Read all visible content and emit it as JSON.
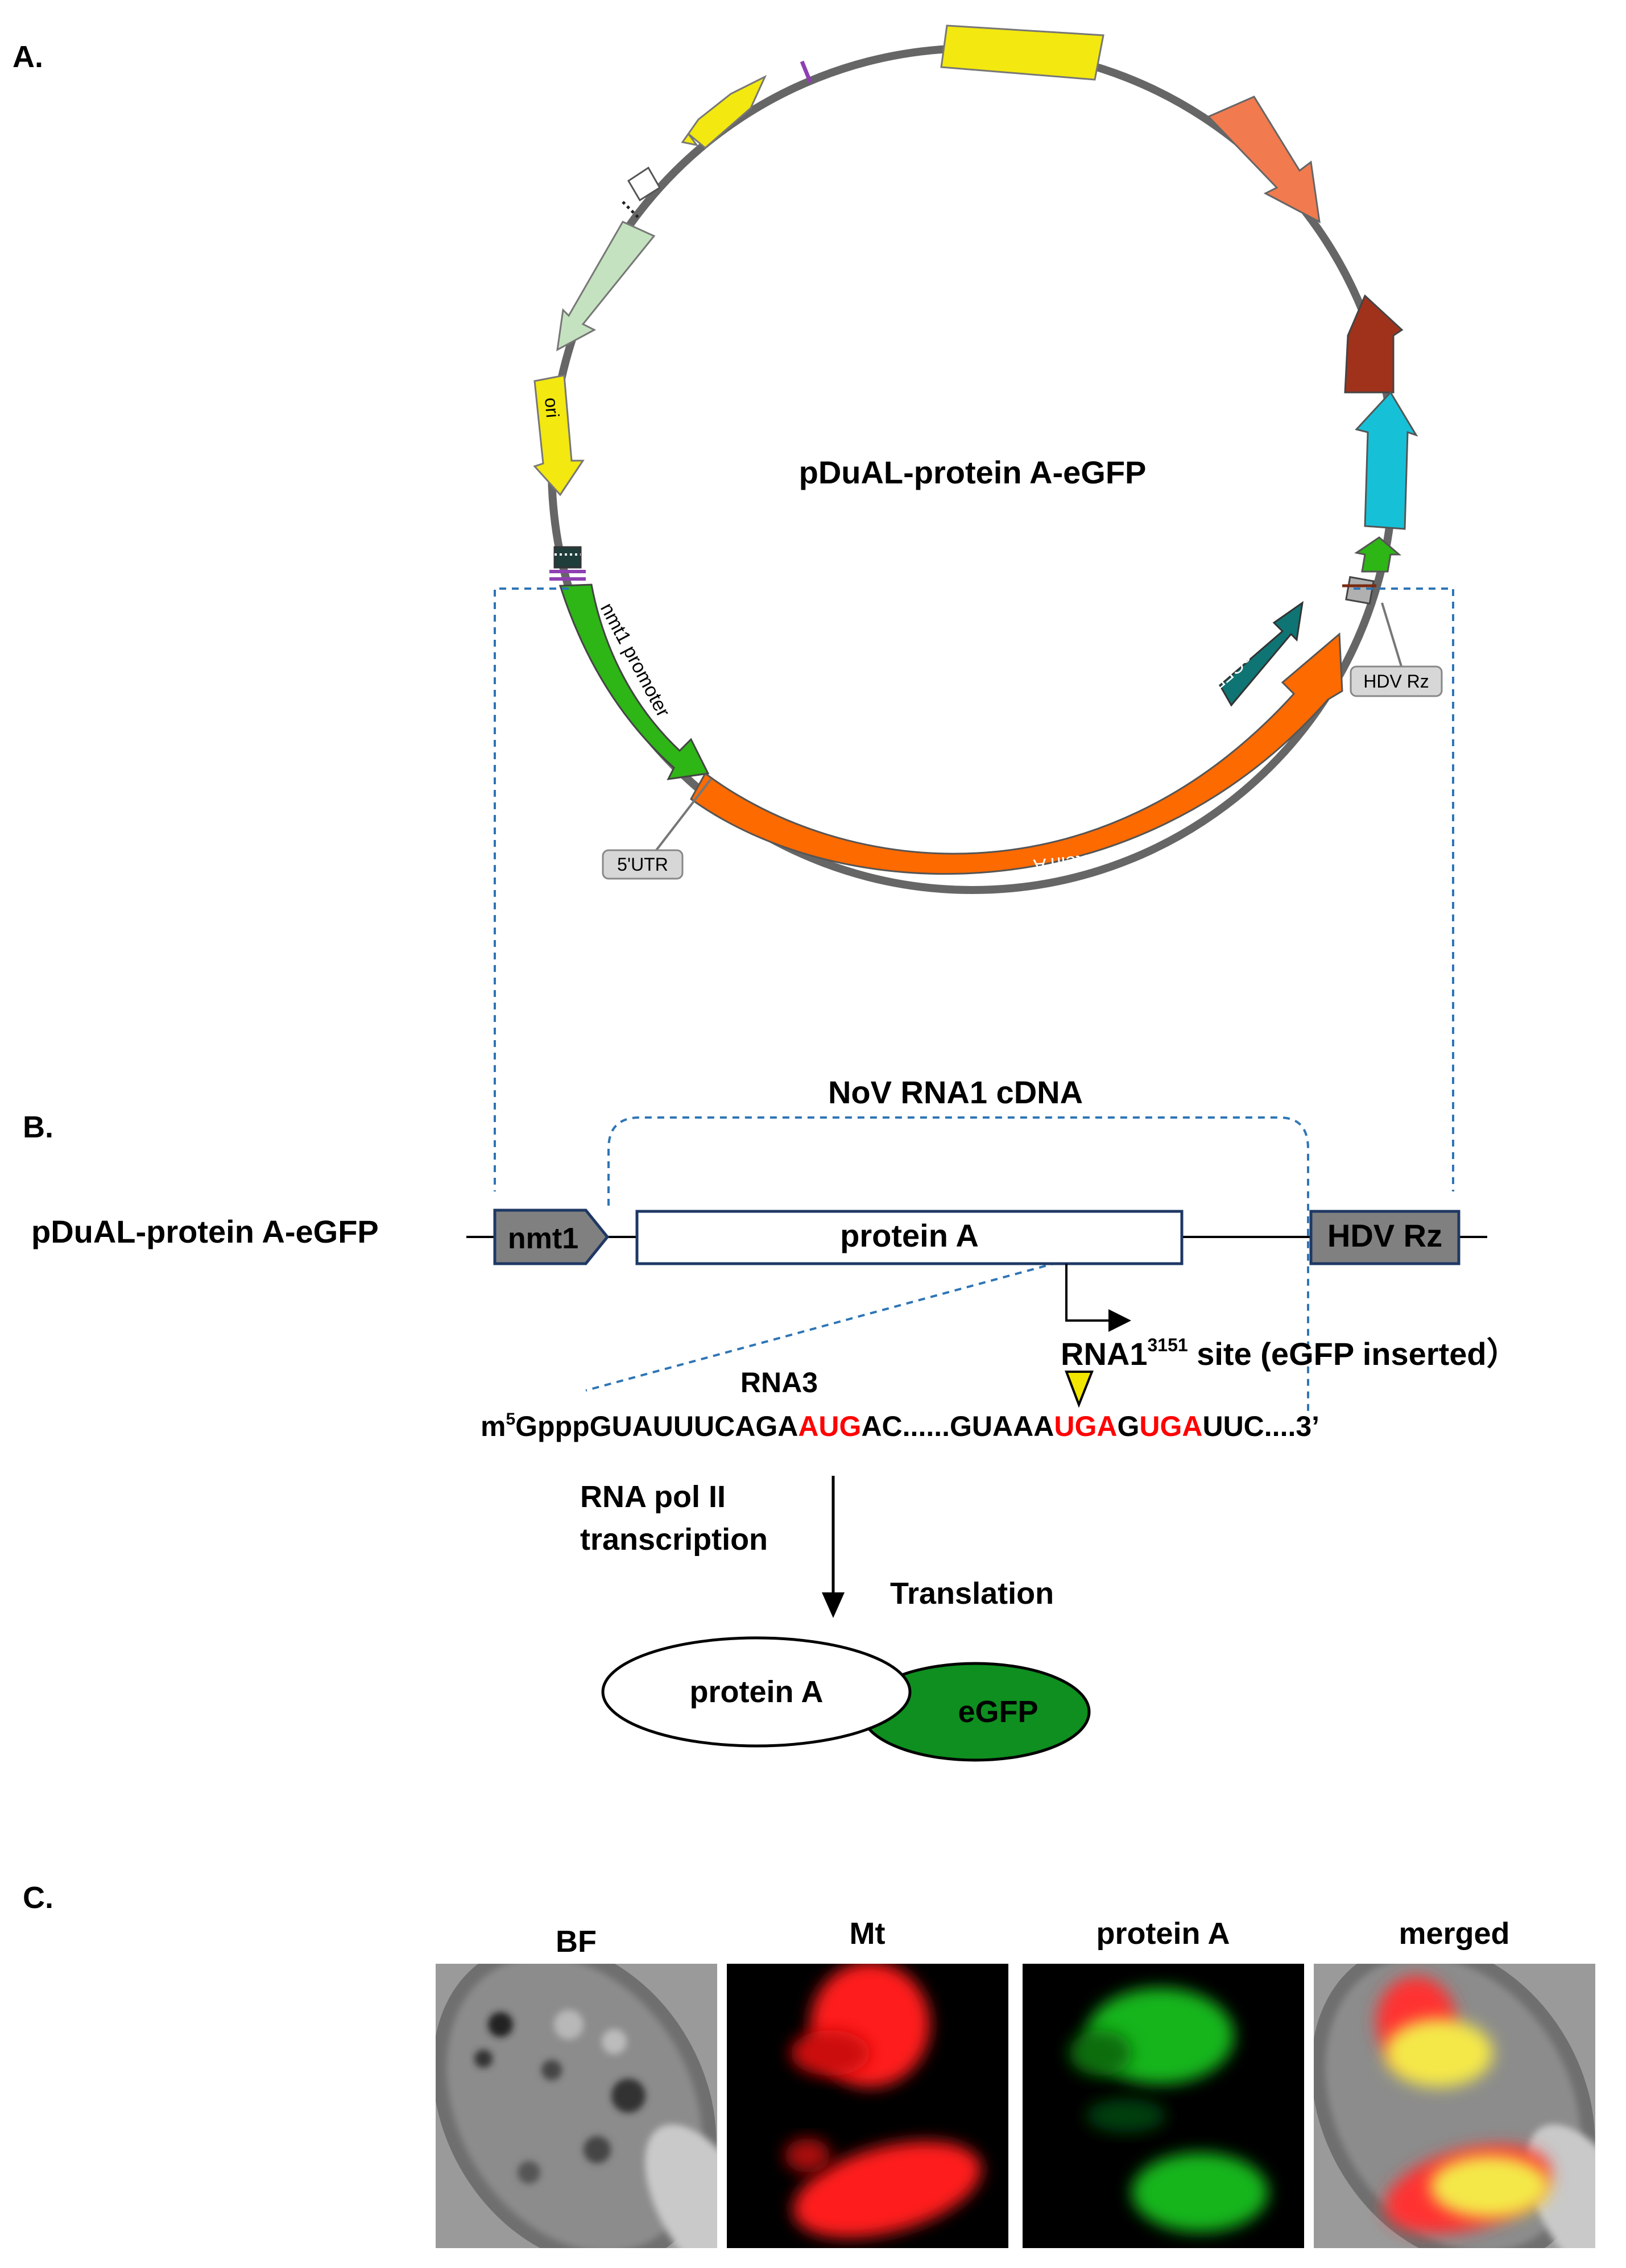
{
  "panels": {
    "a_label": "A.",
    "b_label": "B.",
    "c_label": "C."
  },
  "plasmid": {
    "name": "pDuAL-protein A-eGFP",
    "features": {
      "ori": "ori",
      "nmt1_promoter": "nmt1 promoter",
      "protein_a": "protein A",
      "egfp": "eGFP"
    },
    "callouts": {
      "utr5": "5'UTR",
      "hdv_rz": "HDV Rz"
    },
    "colors": {
      "backbone": "#666666",
      "yellow": "#f3e80f",
      "salmon": "#f27a4f",
      "dark_red": "#a0321c",
      "cyan": "#16c1d8",
      "green": "#2eb516",
      "light_green": "#c4e2bf",
      "orange": "#fd6a00",
      "teal": "#0f7574",
      "purple": "#8e3fb1",
      "dashed_line": "#2e75b6"
    }
  },
  "construct": {
    "cdna_label": "NoV RNA1 cDNA",
    "name": "pDuAL-protein A-eGFP",
    "nmt1": "nmt1",
    "protein_a": "protein A",
    "hdv_rz": "HDV Rz",
    "site_main": "RNA1",
    "site_sup": "3151",
    "site_rest": " site (eGFP inserted）",
    "rna3": "RNA3",
    "sequence": {
      "m": "m",
      "m_sup": "5",
      "seg1": "GpppGUAUUUCAGA",
      "aug": "AUG",
      "seg2": "AC......GUAAA",
      "uga1": "UGA",
      "seg3": "G",
      "uga2": "UGA",
      "seg4": "UUC....3’"
    },
    "transcription_line1": "RNA pol II",
    "transcription_line2": "transcription",
    "translation": "Translation",
    "fusion_protein_a": "protein A",
    "fusion_egfp": "eGFP",
    "codon_color": "#ff0000",
    "marker_color": "#f2e600"
  },
  "microscopy": {
    "titles": [
      "BF",
      "Mt",
      "protein A",
      "merged"
    ]
  }
}
